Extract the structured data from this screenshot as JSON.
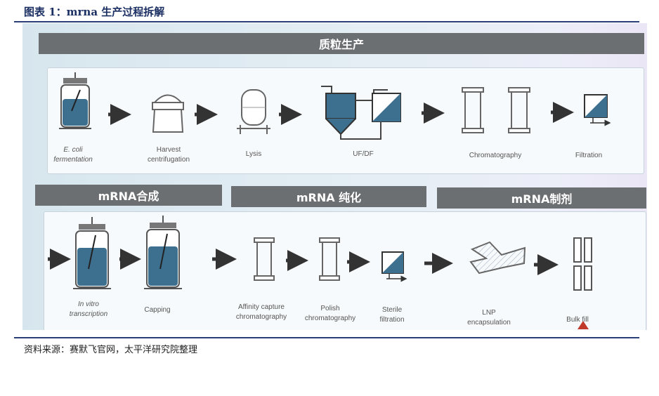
{
  "figure": {
    "title": "图表 1：mrna 生产过程拆解",
    "source": "资料来源：赛默飞官网，太平洋研究院整理"
  },
  "sections": {
    "plasmid": "质粒生产",
    "synthesis": "mRNA合成",
    "purification": "mRNA 纯化",
    "formulation": "mRNA制剂"
  },
  "steps_top": [
    {
      "label": "E. coli\nfermentation",
      "icon": "fermenter-icon"
    },
    {
      "label": "Harvest\ncentrifugation",
      "icon": "centrifuge-icon"
    },
    {
      "label": "Lysis",
      "icon": "lysis-tank-icon"
    },
    {
      "label": "UF/DF",
      "icon": "ufdf-icon"
    },
    {
      "label": "Chromatography",
      "icon": "column-icon"
    },
    {
      "label": "Filtration",
      "icon": "filter-icon"
    }
  ],
  "steps_bottom": [
    {
      "label": "In vitro\ntranscription",
      "icon": "reactor-icon"
    },
    {
      "label": "Capping",
      "icon": "reactor-icon"
    },
    {
      "label": "Affinity capture\nchromatography",
      "icon": "column-icon"
    },
    {
      "label": "Polish\nchromatography",
      "icon": "column-icon"
    },
    {
      "label": "Sterile\nfiltration",
      "icon": "filter-icon"
    },
    {
      "label": "LNP\nencapsulation",
      "icon": "mixer-icon"
    },
    {
      "label": "Bulk fill",
      "icon": "vials-icon"
    }
  ],
  "colors": {
    "accent": "#2f5f7a",
    "band": "#6c6f72",
    "frame": "#2a3e78"
  }
}
